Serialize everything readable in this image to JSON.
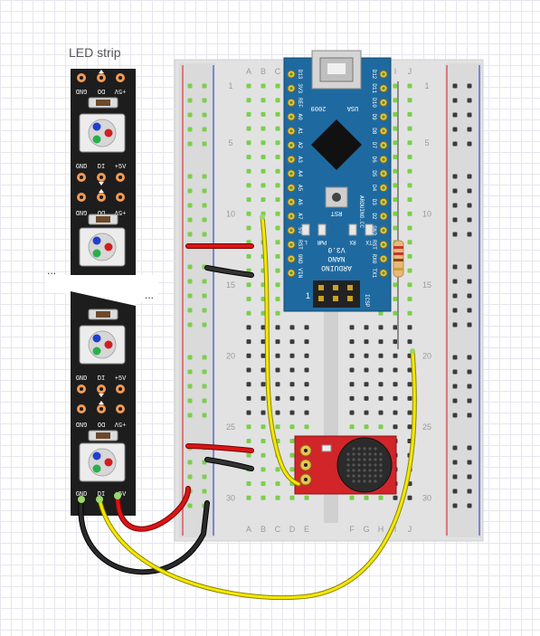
{
  "strip": {
    "title": "LED strip",
    "pad_top": [
      "GND",
      "DO",
      "+5V"
    ],
    "pad_bottom": [
      "GND",
      "DI",
      "+5V"
    ]
  },
  "breadboard": {
    "columns_left": [
      "A",
      "B",
      "C",
      "D",
      "E"
    ],
    "columns_right": [
      "F",
      "G",
      "H",
      "I",
      "J"
    ],
    "row_numbers": [
      "1",
      "5",
      "10",
      "15",
      "20",
      "25",
      "30"
    ]
  },
  "nano": {
    "name_lines": [
      "ARDUINO",
      "NANO",
      "V3.0"
    ],
    "left_pins": [
      "D13",
      "3V3",
      "REF",
      "A0",
      "A1",
      "A2",
      "A3",
      "A4",
      "A5",
      "A6",
      "A7",
      "5V",
      "RST",
      "GND",
      "VIN"
    ],
    "right_pins": [
      "D12",
      "D11",
      "D10",
      "D9",
      "D8",
      "D7",
      "D6",
      "D5",
      "D4",
      "D3",
      "D2",
      "GND",
      "RST",
      "RX0",
      "TX1"
    ],
    "top_text": [
      "2009",
      "USA"
    ],
    "leds": [
      "L",
      "PWR",
      "RX",
      "TX"
    ],
    "rst_label": "RST",
    "icsp_label": "ICSP",
    "side_label": "ARDUINO.CC",
    "pin1_label": "1"
  },
  "colors": {
    "board": "#dedede",
    "rail_red": "#d83a3a",
    "rail_blue": "#3a4fd8",
    "wire_red": "#d81515",
    "wire_black": "#222222",
    "wire_yellow": "#f5e800",
    "nano_blue": "#1e6aa0",
    "mic_red": "#d1252a",
    "strip_bg": "#1d1d1d",
    "pad_orange": "#f39a55"
  }
}
